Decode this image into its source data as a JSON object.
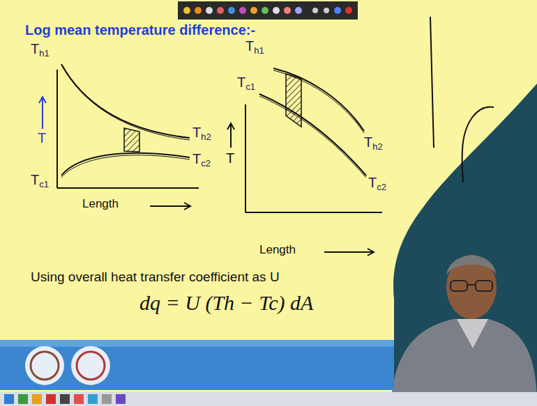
{
  "diagram": {
    "title": "Log mean temperature difference:-",
    "labels": [
      "Th1",
      "T",
      "Th2",
      "Tc2",
      "Tc1",
      "Length",
      "Th1",
      "Tc1",
      "T",
      "Th2",
      "Tc2",
      "Length",
      "Using overall heat transfer coefficient as U",
      "dq = U (Th − Tc) dA"
    ]
  }
}
